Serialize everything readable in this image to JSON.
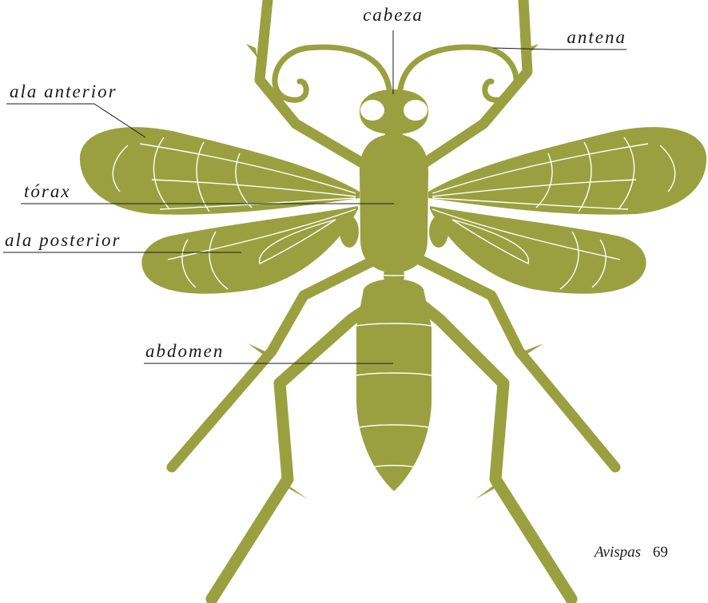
{
  "labels": {
    "cabeza": "cabeza",
    "antena": "antena",
    "ala_anterior": "ala anterior",
    "torax": "tórax",
    "ala_posterior": "ala posterior",
    "abdomen": "abdomen"
  },
  "footer": {
    "title": "Avispas",
    "page_number": "69"
  },
  "colors": {
    "insect": "#9aa03f",
    "vein": "#ffffff",
    "label": "#1a1a1a"
  }
}
